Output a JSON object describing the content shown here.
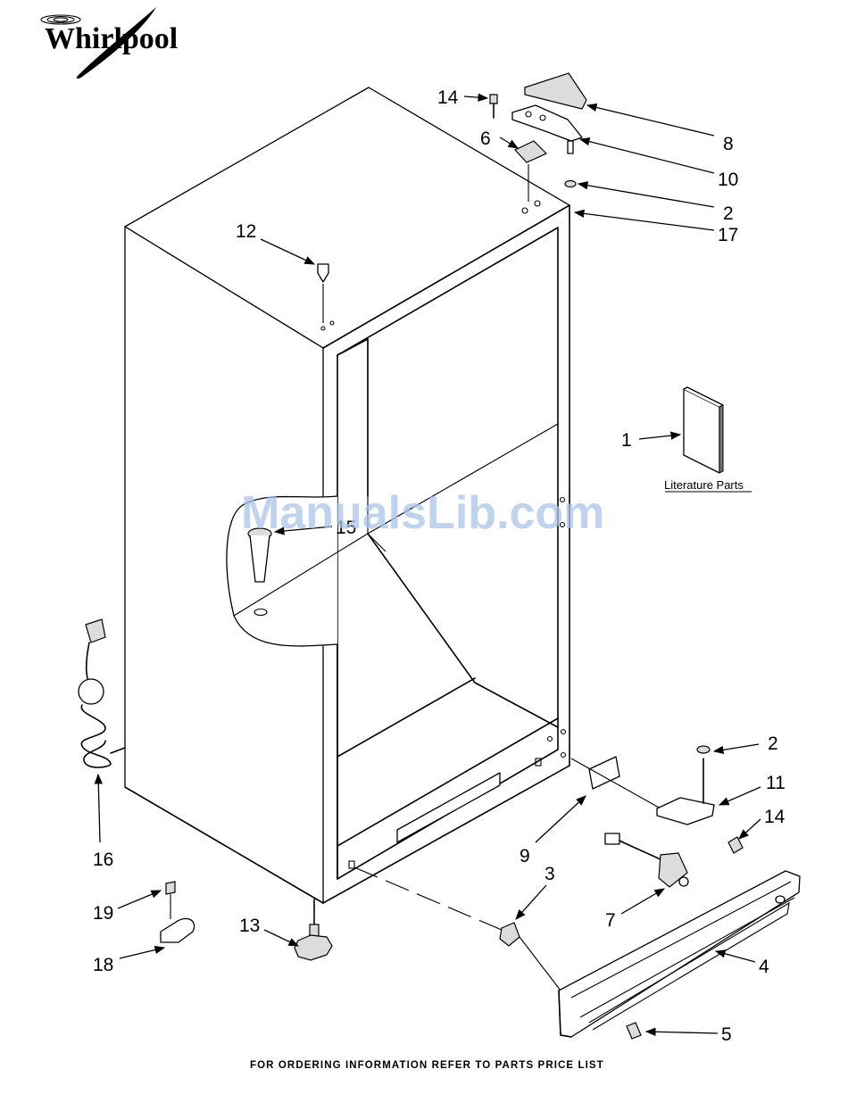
{
  "brand": {
    "name": "Whirlpool"
  },
  "watermark": "ManualsLib.com",
  "literature_label": "Literature Parts",
  "footer": "FOR ORDERING INFORMATION REFER TO PARTS PRICE LIST",
  "callouts": [
    {
      "id": "c14a",
      "label": "14"
    },
    {
      "id": "c8",
      "label": "8"
    },
    {
      "id": "c6",
      "label": "6"
    },
    {
      "id": "c10",
      "label": "10"
    },
    {
      "id": "c2a",
      "label": "2"
    },
    {
      "id": "c17",
      "label": "17"
    },
    {
      "id": "c12",
      "label": "12"
    },
    {
      "id": "c1",
      "label": "1"
    },
    {
      "id": "c15",
      "label": "15"
    },
    {
      "id": "c2b",
      "label": "2"
    },
    {
      "id": "c11",
      "label": "11"
    },
    {
      "id": "c14b",
      "label": "14"
    },
    {
      "id": "c9",
      "label": "9"
    },
    {
      "id": "c3",
      "label": "3"
    },
    {
      "id": "c7",
      "label": "7"
    },
    {
      "id": "c4",
      "label": "4"
    },
    {
      "id": "c5",
      "label": "5"
    },
    {
      "id": "c16",
      "label": "16"
    },
    {
      "id": "c19",
      "label": "19"
    },
    {
      "id": "c18",
      "label": "18"
    },
    {
      "id": "c13",
      "label": "13"
    }
  ]
}
